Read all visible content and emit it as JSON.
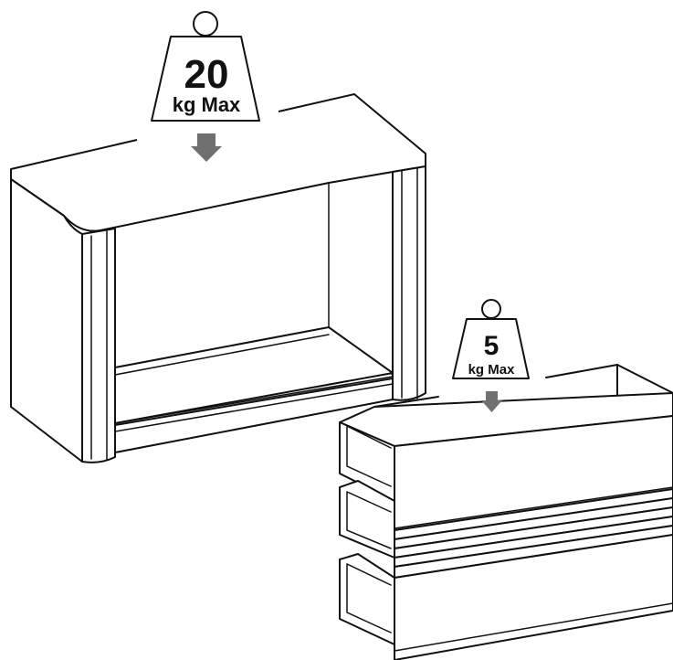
{
  "weights": {
    "console": {
      "value": "20",
      "unit": "kg Max"
    },
    "drawer": {
      "value": "5",
      "unit": "kg Max"
    }
  },
  "colors": {
    "line": "#111111",
    "arrow": "#707070",
    "background": "#ffffff"
  },
  "icons": [
    "weight-icon",
    "down-arrow-icon"
  ]
}
